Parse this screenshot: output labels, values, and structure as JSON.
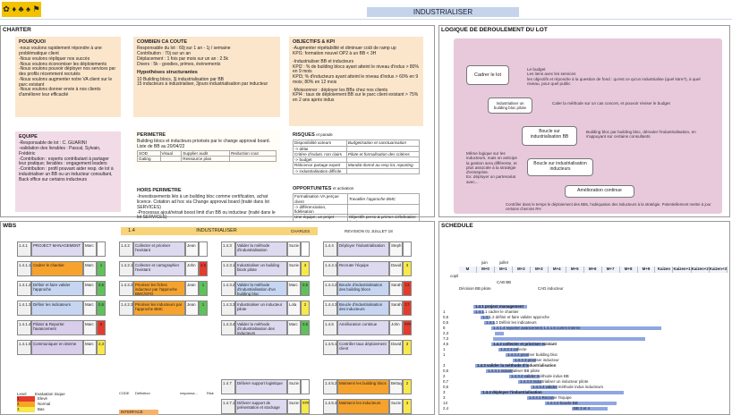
{
  "header": {
    "title": "INDUSTRIALISER",
    "logo_icons": [
      "✿",
      "♦",
      "♣",
      "♠",
      "⚑"
    ]
  },
  "charter": {
    "title": "CHARTER",
    "pourquoi": {
      "h": "POURQUOI",
      "lines": [
        "-nous voulons rapidement répondre à une problématique client",
        "-Nous voulons répliquer nos succès",
        "-Nous voulons économiser les déploiements",
        "-Nous voulons pouvoir déployer nos services par des profils récemment recrutés",
        "-Nous voulons augmenter notre VA client sur le parc existant",
        "-Nous voulons donner envie à nos clients d'améliorer leur efficacité"
      ]
    },
    "combien": {
      "h": "COMBIEN CA COUTE",
      "lines": [
        "Responsable du lot :  60j sur 1 an - 1j / semaine",
        "Contribution : 70j sur un an",
        "Déplacement : 1 fois par mois sur un an : 2.5k",
        "Divers : 5k - goodies, primes, évènements"
      ],
      "h2": "Hypothèses structurantes",
      "lines2": [
        "10 Building blocs, 3j industrialisation par BB",
        "15 inducteurs à industrialiser, 3jours industrialisation par inducteur"
      ]
    },
    "objectifs": {
      "h": "OBJECTIFS & KPI",
      "lines": [
        "-Augmenter répétabilité et diminuer coût de ramp up",
        "KPI1: formation nouvel OP2 à un BB < 3H",
        "-Industrialiser BB et inducteurs",
        "KPI2 : % de building blocs  ayant atteint le niveau d'indus > 80% en 9 mois",
        "KPI3; % d'inducteurs  ayant atteint le niveau d'indus > 60% en 9 mois; 80% en 12 mois",
        "-Moissonner : déployer les BBs chez nos clients",
        "KPI4 : taux de déploiement BB sur le parc client existant > 75% en 2 ans après indus"
      ]
    },
    "equipe": {
      "h": "EQUIPE",
      "lines": [
        "-Responsable de lot : C. GUARINI",
        "-validation des livrables : Pascal, Sylvain, Frédéric",
        "-Contribution : experts contributant à partager leur pratique; livrables : engagement leaders",
        "-Contribution : profil pouvant aider resp. de lot à industrialiser un BB ou un inducteur consultant, Back office sur certains inducteurs"
      ]
    },
    "perimetre": {
      "h": "PERIMETRE",
      "lines": [
        "Building blocs et inducteurs priorisés par le change approval board. Liste de BB au 20/04/22"
      ],
      "table": [
        [
          "SOD",
          "Visual",
          "Supplier audit",
          "Reduction cout"
        ],
        [
          "Gating",
          "",
          "Ressource plan",
          ""
        ]
      ]
    },
    "hors": {
      "h": "HORS PERIMETRE",
      "lines": [
        "-Investissements liés à un building bloc comme certification, achat licence. Cotation ad hoc via Change approval board (traité dans lot SERVICES)",
        "-Processus ajout/retrait boost limit d'un BB ou inducteur (traité dans le lot SERVICES)"
      ]
    },
    "risques": {
      "h": "RISQUES",
      "h_suffix": "et parade",
      "rows": [
        [
          "Disponibilité acteurs",
          "Budgetisation et sanctuarisation"
        ],
        [
          "-> délai",
          ""
        ],
        [
          "Critère d'indust. non clairs",
          "Pilote et formalisation des critères"
        ],
        [
          "-> budget",
          ""
        ],
        [
          "Réticence partage expert",
          "Mandat donné au resp lot, reporting"
        ],
        [
          "-> industrialisation difficile",
          ""
        ]
      ]
    },
    "opportunites": {
      "h": "OPPORTUNITES",
      "h_suffix": "et activation",
      "rows": [
        [
          "Formalisation VA perçue client",
          "Travailler l'approche BMC"
        ],
        [
          "-> différenciation, fidélisation",
          ""
        ],
        [
          "Une équipe, un projet commun",
          "Objectifs perso & primes Célebration (BR)"
        ],
        [
          "-> renforcer appartenance",
          ""
        ],
        [
          "Savoir faire maintenu de la tps",
          "Nouvelle Fiche poste Communication"
        ],
        [
          "-> valoriser l'expertise",
          ""
        ]
      ]
    }
  },
  "logique": {
    "title": "LOGIQUE DE DEROULEMENT DU LOT",
    "cadrer": "Cadrer le lot",
    "cadrer_note": [
      "Le budget",
      "Les liens avec les services",
      "les objectifs et répondre à la question de fond : qu'est ce qu'un industrialise (quel lotre?), à quel niveau, pour quel public"
    ],
    "pilote": "Industrialiser un building bloc pilote",
    "pilote_note": "Caler la méthode sur un cas concret, et pouvoir réviser le budget",
    "boucle_bb": "Boucle sur industrialisation BB",
    "boucle_bb_note": "Building bloc par building bloc, dérouler l'industrialisation, en s'appuyant sur certains consultants",
    "left_note": [
      "Même logique sur les inducteurs, mais on anticipe la gestion sera différente, et plus associée à la stratégie d'entreprise.",
      "Ex: déployer un partenariat avec..."
    ],
    "boucle_ind": "Boucle sur industrialisation inducteurs",
    "amelioration": "Amélioration continue",
    "bottom_note": "Contrôler dans le temps le déploiement des BBs, l'adéquation des inducteurs à la stratégie. Potentiellement mettre à jour certains chemins RH"
  },
  "wbs": {
    "title": "WBS",
    "header_code": "1.4",
    "header_title": "INDUSTRIALISER",
    "header_owner": "CHARLES",
    "revision": "REVISION 01 JUILLET 18",
    "col1": [
      [
        "1.4.1",
        "PROJECT MANAGEMENT",
        "Marc",
        ""
      ],
      [
        "1.4.1.1",
        "Cadrer le chantier",
        "Marc",
        "1"
      ],
      [
        "1.4.1.2",
        "Définir et faire valider l'approche",
        "Marc",
        "0,5"
      ],
      [
        "1.4.1.3",
        "Définir les indicateurs",
        "Marc",
        "0,5"
      ],
      [
        "1.4.1.4",
        "Piloter & Reporter l'avancement",
        "Marc",
        "8"
      ],
      [
        "1.4.1.5",
        "Communiquer en interne",
        "Marc",
        "2,3"
      ]
    ],
    "col2": [
      [
        "1.4.2",
        "Collecter et prioriser l'existant",
        "Jean",
        ""
      ],
      [
        "1.4.2.1",
        "Collecter et cartographier l'existant",
        "John",
        "4,5"
      ],
      [
        "1.4.2.2",
        "Prioriser les fiches inducteur par l'approche BMC/GFD",
        "Jean",
        "1"
      ],
      [
        "1.4.2.3",
        "Prioriser les inducteurs par l'approche BMC",
        "Jean",
        "1"
      ]
    ],
    "col3": [
      [
        "1.4.3",
        "Valider la méthode d'industrialisation",
        "Suzie",
        ""
      ],
      [
        "1.4.3.1",
        "Industrialiser un building block pilote",
        "Suzie",
        "3"
      ],
      [
        "1.4.3.2",
        "Valider la méthode d'industrialisation d'un building bloc",
        "Marc",
        "0,5"
      ],
      [
        "1.4.3.3",
        "Industrialiser un inducteur pilote",
        "Lola",
        "2"
      ],
      [
        "1.4.3.4",
        "Valider la méthode d'industrialisation des inducteurs",
        "Marc",
        "0,5"
      ]
    ],
    "col4": [
      [
        "1.4.4",
        "Déployer l'industrialisation",
        "Steph",
        ""
      ],
      [
        "1.4.4.1",
        "Recruter l'équipe",
        "David",
        "3"
      ],
      [
        "1.4.4.2",
        "Boucle d'industrialisation des building blocs",
        "Sarah",
        "13"
      ],
      [
        "1.4.4.3",
        "Boucle d'industrialisation des inducteurs",
        "Sarah",
        "17"
      ],
      [
        "1.4.5",
        "Amélioration continue",
        "John",
        "###"
      ],
      [
        "1.4.5.1",
        "Contrôler taux déploiement client",
        "David",
        "3"
      ]
    ],
    "extra": [
      [
        "1.4.7",
        "Délivrer support logistique",
        "Suzie",
        ""
      ],
      [
        "1.4.7.1",
        "Délivrer support de présentation et stockage",
        "Suzie",
        "###"
      ],
      [
        "1.4.5.2",
        "Maintenir les building blocs",
        "Bettuy",
        "2"
      ],
      [
        "1.4.5.3",
        "Maintenir les inducteurs",
        "Suzie",
        "3"
      ]
    ],
    "legend_title": "Level",
    "legend_sub": "Evaluation risque",
    "legend": [
      [
        "1",
        "Elevé"
      ],
      [
        "2",
        "Normal"
      ],
      [
        "3",
        "Bas"
      ]
    ],
    "code_hdr": [
      "CODE",
      "Définition",
      "responsa...",
      "Risk"
    ],
    "interface": "INTERFACE"
  },
  "schedule": {
    "title": "SCHEDULE",
    "months": [
      "M",
      "M+0",
      "M+1",
      "M+2",
      "M+3",
      "M+4",
      "M+5",
      "M+6",
      "M+7",
      "M+8",
      "M+9",
      "Kaizen",
      "Kaizen+1",
      "Kaizen+2",
      "Kaizen+3"
    ],
    "month_top": [
      "juin",
      "juillet"
    ],
    "rows": [
      [
        "",
        "1.4.1 project management"
      ],
      [
        "1",
        "1.4.1.1 cadrer le chantier"
      ],
      [
        "0,5",
        "1.4.1.2 définir et faire valider approche"
      ],
      [
        "0,5",
        "1.4.1.3 Définir les indicateurs"
      ],
      [
        "8",
        "1.4.1.4 reporter avancement 1.4.1.5 comm interne"
      ],
      [
        "2,3",
        ""
      ],
      [
        "7,3",
        ""
      ],
      [
        "4,5",
        "1.4.2 collecter et prioriser existant"
      ],
      [
        "1",
        "1.4.2.1 collecte"
      ],
      [
        "1",
        "1.4.2.2 prioriser building bloc"
      ],
      [
        "",
        "1.4.2.3 prioriser inducteur"
      ],
      [
        "3",
        "1.4.3 valider la méthode d'industrialisation"
      ],
      [
        "0,5",
        "1.4.3.1 industrialiser BB pilote"
      ],
      [
        "2",
        "1.4.3.2 valider méthode indus BB"
      ],
      [
        "0,7",
        "1.4.3.3 industrialiser un inducteur pilote"
      ],
      [
        "0,5",
        "1.4.3.4 valider méthode indus inducteurs"
      ],
      [
        "3",
        "1.4.4 déployer l'industrialisation"
      ],
      [
        "3",
        "1.4.4.1 Recruter l'équipe"
      ],
      [
        "13",
        "1.4.4.2 boucle BB"
      ],
      [
        "2,4",
        "BB 3 et 4"
      ]
    ],
    "milestones": [
      "copil",
      "CAB BB",
      "Décision BB pilote",
      "CAD inducteur"
    ]
  }
}
